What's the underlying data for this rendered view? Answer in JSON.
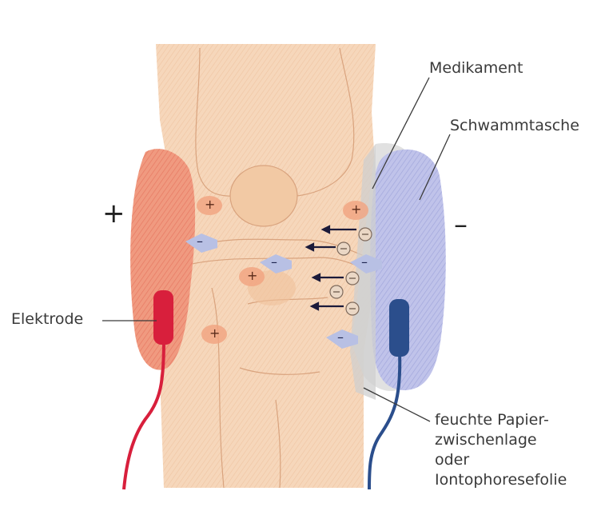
{
  "diagram": {
    "labels": {
      "medikament": "Medikament",
      "schwammtasche": "Schwammtasche",
      "elektrode": "Elektrode",
      "papier_line1": "feuchte Papier-",
      "papier_line2": "zwischenlage",
      "papier_line3": "oder",
      "papier_line4": "Iontophoresefolie"
    },
    "polarity": {
      "anode": "+",
      "cathode": "–"
    },
    "ion_signs": {
      "positive": "+",
      "negative": "–"
    },
    "colors": {
      "skin": "#f6d7bb",
      "skin_shadow": "#eab893",
      "anode_pad": "#ee8f76",
      "cathode_pad": "#b9bde6",
      "anode_lead": "#d81f3c",
      "cathode_lead": "#2b4e8c",
      "ion_negative": "#b8c0e4",
      "arrow": "#1b1a3a"
    },
    "icons": {
      "arrow": "arrow-left-icon",
      "negative_ion": "minus-circle-icon"
    }
  }
}
